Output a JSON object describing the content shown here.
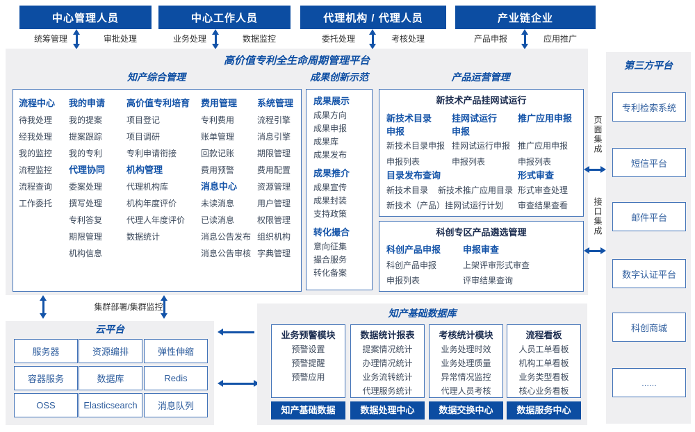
{
  "top_roles": [
    {
      "title": "中心管理人员",
      "left_label": "统筹管理",
      "right_label": "审批处理"
    },
    {
      "title": "中心工作人员",
      "left_label": "业务处理",
      "right_label": "数据监控"
    },
    {
      "title": "代理机构 / 代理人员",
      "left_label": "委托处理",
      "right_label": "考核处理"
    },
    {
      "title": "产业链企业",
      "left_label": "产品申报",
      "right_label": "应用推广"
    }
  ],
  "platform_title": "高价值专利全生命周期管理平台",
  "ip_mgmt": {
    "title": "知产综合管理",
    "col1": {
      "g1": {
        "title": "流程中心",
        "items": [
          "待我处理",
          "经我处理",
          "我的监控",
          "流程监控",
          "流程查询",
          "工作委托"
        ]
      }
    },
    "col2": {
      "g1": {
        "title": "我的申请",
        "items": [
          "我的提案",
          "提案跟踪",
          "我的专利"
        ]
      },
      "g2": {
        "title": "代理协同",
        "items": [
          "委案处理",
          "撰写处理",
          "专利答复",
          "期限管理",
          "机构信息"
        ]
      }
    },
    "col3": {
      "g1": {
        "title": "高价值专利培育",
        "items": [
          "项目登记",
          "项目调研",
          "专利申请衔接"
        ]
      },
      "g2": {
        "title": "机构管理",
        "items": [
          "代理机构库",
          "机构年度评价",
          "代理人年度评价",
          "数据统计"
        ]
      }
    },
    "col4": {
      "g1": {
        "title": "费用管理",
        "items": [
          "专利费用",
          "账单管理",
          "回款记账",
          "费用预警"
        ]
      },
      "g2": {
        "title": "消息中心",
        "items": [
          "未读消息",
          "已读消息",
          "消息公告发布",
          "消息公告审核"
        ]
      }
    },
    "col5": {
      "g1": {
        "title": "系统管理",
        "items": [
          "流程引擎",
          "消息引擎",
          "期限管理",
          "费用配置",
          "资源管理",
          "用户管理",
          "权限管理",
          "组织机构",
          "字典管理"
        ]
      }
    }
  },
  "achievement": {
    "title": "成果创新示范",
    "g1": {
      "title": "成果展示",
      "items": [
        "成果方向",
        "成果申报",
        "成果库",
        "成果发布"
      ]
    },
    "g2": {
      "title": "成果推介",
      "items": [
        "成果宣传",
        "成果封装",
        "支持政策"
      ]
    },
    "g3": {
      "title": "转化撮合",
      "items": [
        "意向征集",
        "撮合服务",
        "转化备案"
      ]
    }
  },
  "product_ops": {
    "title": "产品运营管理",
    "box1": {
      "title": "新技术产品挂网试运行",
      "g1": {
        "t1": "新技术目录",
        "t2": "申报",
        "items": [
          "新技术目录申报",
          "申报列表"
        ]
      },
      "g2": {
        "t1": "挂网试运行",
        "t2": "申报",
        "items": [
          "挂网试运行申报",
          "申报列表"
        ]
      },
      "g3": {
        "t1": "推广应用申报",
        "t2": "",
        "items": [
          "推广应用申报",
          "申报列表"
        ]
      },
      "g4": {
        "title": "目录发布查询",
        "row1a": "新技术目录",
        "row1b": "新技术推广应用目录",
        "row2": "新技术（产品）挂网试运行计划"
      },
      "g5": {
        "title": "形式审查",
        "items": [
          "形式审查处理",
          "审查结果查看"
        ]
      }
    },
    "box2": {
      "title": "科创专区产品遴选管理",
      "g1": {
        "title": "科创产品申报",
        "items": [
          "科创产品申报",
          "申报列表"
        ]
      },
      "g2": {
        "title": "申报审查",
        "items": [
          "上架评审形式审查",
          "评审结果查询"
        ]
      }
    }
  },
  "third_party": {
    "title": "第三方平台",
    "boxes": [
      "专利检索系统",
      "短信平台",
      "邮件平台",
      "数字认证平台",
      "科创商城",
      "......"
    ]
  },
  "integration": {
    "page": "页面集成",
    "api": "接口集成"
  },
  "cluster_label": "集群部署/集群监控",
  "cloud": {
    "title": "云平台",
    "boxes": [
      "服务器",
      "资源编排",
      "弹性伸缩",
      "容器服务",
      "数据库",
      "Redis",
      "OSS",
      "Elasticsearch",
      "消息队列"
    ]
  },
  "database": {
    "title": "知产基础数据库",
    "cols": [
      {
        "title": "业务预警模块",
        "items": [
          "预警设置",
          "预警提醒",
          "预警应用"
        ],
        "footer": "知产基础数据"
      },
      {
        "title": "数据统计报表",
        "items": [
          "提案情况统计",
          "办理情况统计",
          "业务流转统计",
          "代理服务统计"
        ],
        "footer": "数据处理中心"
      },
      {
        "title": "考核统计模块",
        "items": [
          "业务处理时效",
          "业务处理质量",
          "异常情况监控",
          "代理人员考核"
        ],
        "footer": "数据交换中心"
      },
      {
        "title": "流程看板",
        "items": [
          "人员工单看板",
          "机构工单看板",
          "业务类型看板",
          "核心业务看板"
        ],
        "footer": "数据服务中心"
      }
    ]
  },
  "colors": {
    "primary": "#0c4da2",
    "accent_text": "#1353a8",
    "border": "#4273b8",
    "panel_bg": "#efeff1",
    "body_text": "#3d4a5c"
  }
}
